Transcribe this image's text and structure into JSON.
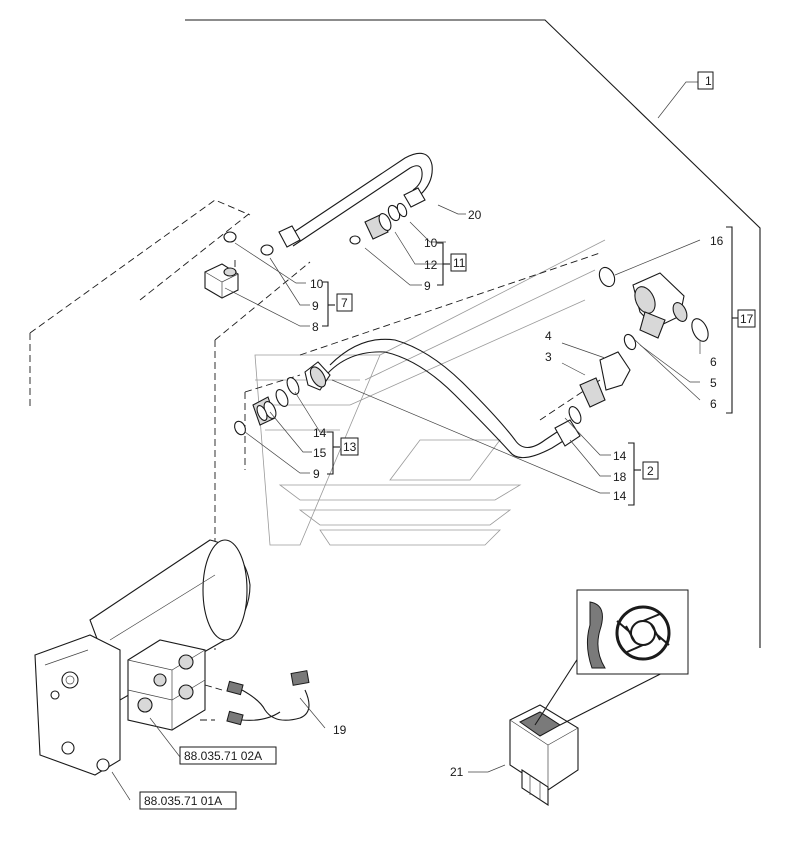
{
  "callouts": {
    "c1": "1",
    "c2": "2",
    "c3": "3",
    "c4": "4",
    "c5": "5",
    "c6a": "6",
    "c6b": "6",
    "c7": "7",
    "c8": "8",
    "c9a": "9",
    "c9b": "9",
    "c9c": "9",
    "c10a": "10",
    "c10b": "10",
    "c11": "11",
    "c12": "12",
    "c13": "13",
    "c14a": "14",
    "c14b": "14",
    "c14c": "14",
    "c15": "15",
    "c16": "16",
    "c17": "17",
    "c18": "18",
    "c19": "19",
    "c20": "20",
    "c21": "21"
  },
  "references": {
    "ref_upper": "88.035.71 02A",
    "ref_lower": "88.035.71 01A"
  },
  "icons": {
    "switch_symbol": "harvester-reel-icon"
  }
}
